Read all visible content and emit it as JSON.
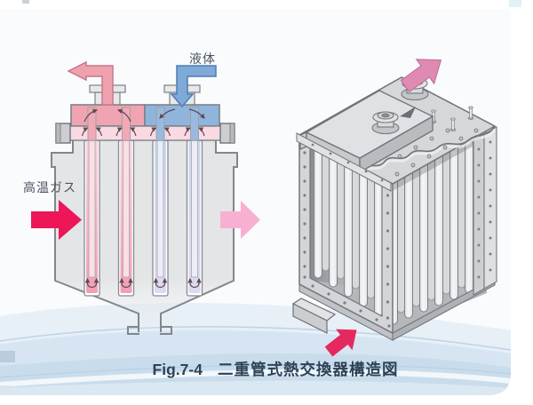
{
  "figure": {
    "fig_label": "Fig.7-4",
    "title": "二重管式熱交換器構造図"
  },
  "schematic": {
    "hot_gas_label": "高温ガス",
    "liquid_label": "液体"
  },
  "colors": {
    "hot_gas_inlet_arrow": "#ec1659",
    "gas_outlet_arrow": "#f8b0d2",
    "liquid_inlet_pipe": "#7fa9d7",
    "hot_liquid_outlet_pipe": "#efa2ad",
    "hot_header": "#f0a4b1",
    "cold_header": "#90b4db",
    "tube_sheet": "#f9dae2",
    "vessel_body": "#e4e5e7",
    "outlet_arrow_3d": "#df8ab1",
    "inlet_arrow_3d": "#e5295e",
    "caption_text": "#2d4257",
    "wave_band": "#cfe0ee"
  }
}
